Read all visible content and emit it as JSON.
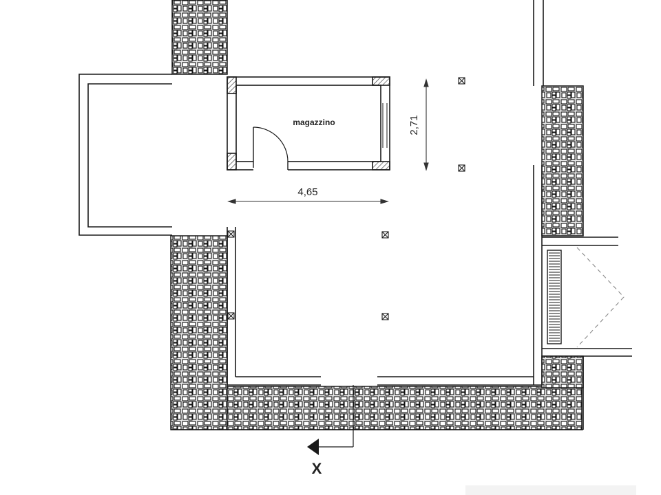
{
  "plan": {
    "room_label": "magazzino",
    "dimension_width": "4,65",
    "dimension_height": "2,71",
    "section_marker": "X"
  },
  "colors": {
    "line": "#1a1a1a",
    "stone_fill": "#ffffff",
    "hatch": "#555555",
    "dashed": "#888888"
  }
}
